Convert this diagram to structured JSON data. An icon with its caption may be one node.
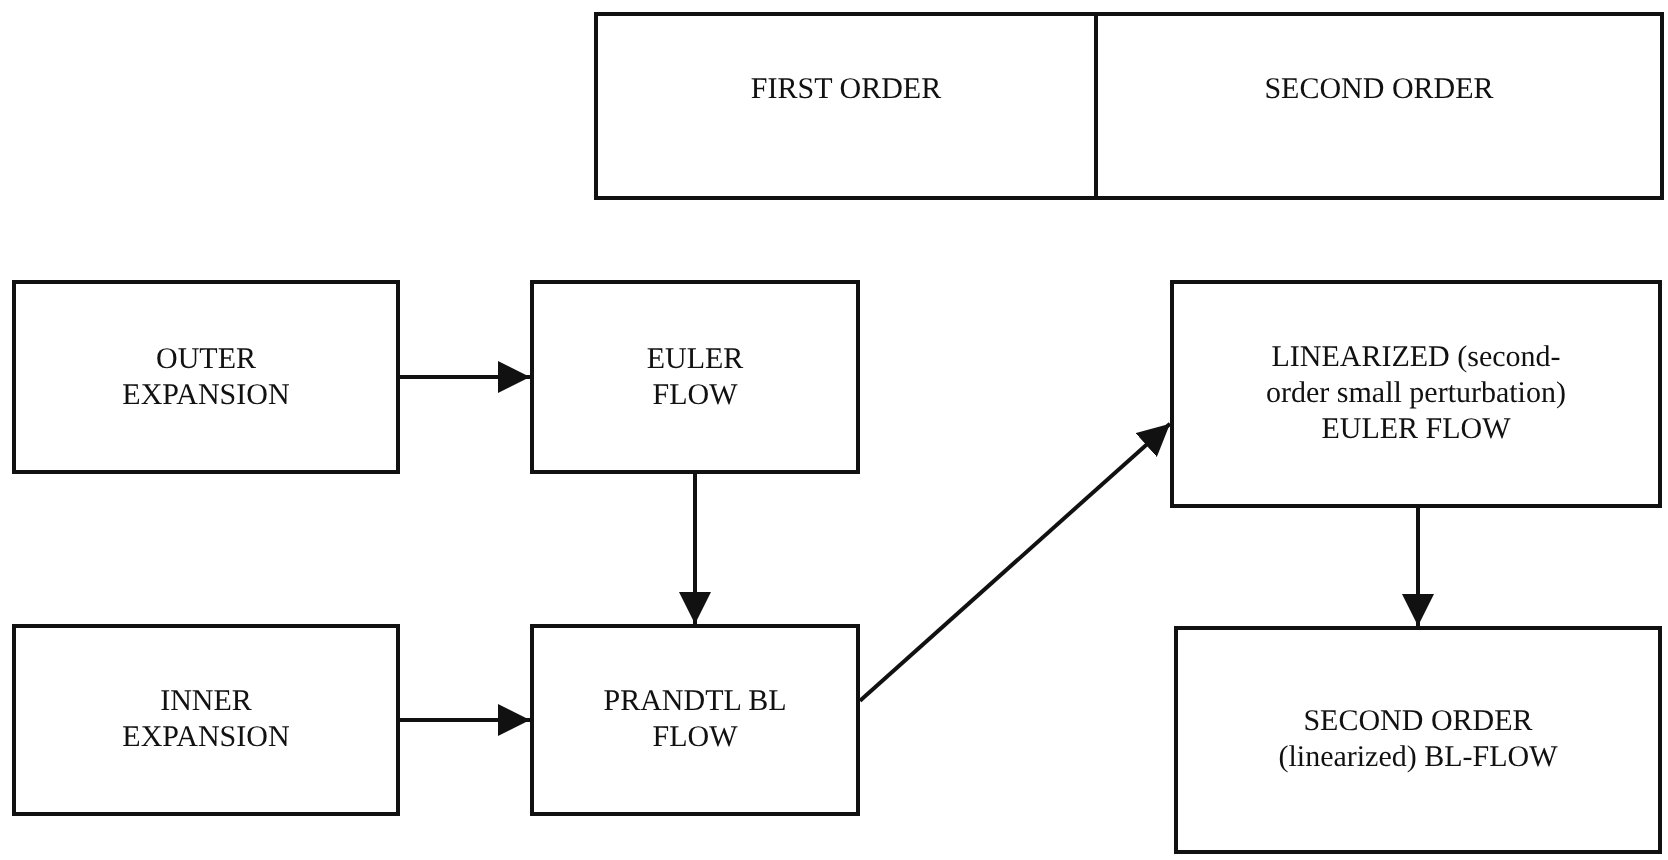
{
  "diagram": {
    "nodes": [
      {
        "text": [
          "FIRST ORDER"
        ]
      },
      {
        "text": [
          "SECOND ORDER"
        ]
      },
      {
        "text": [
          "OUTER EXPANSION"
        ]
      },
      {
        "text": [
          "EULER FLOW"
        ]
      },
      {
        "text": [
          "LINEARIZED (second-order small perturbation) EULER FLOW"
        ]
      },
      {
        "text": [
          "INNER EXPANSION"
        ]
      },
      {
        "text": [
          "PRANDTL BL FLOW"
        ]
      },
      {
        "text": [
          "SECOND ORDER (linearized) BL-FLOW"
        ]
      }
    ],
    "edges": [
      {
        "from": 2,
        "to": 3,
        "arrow": "to"
      },
      {
        "from": 3,
        "to": 6,
        "arrow": "to"
      },
      {
        "from": 5,
        "to": 6,
        "arrow": "to"
      },
      {
        "from": 6,
        "to": 4,
        "arrow": "to"
      },
      {
        "from": 4,
        "to": 7,
        "arrow": "to"
      }
    ]
  }
}
